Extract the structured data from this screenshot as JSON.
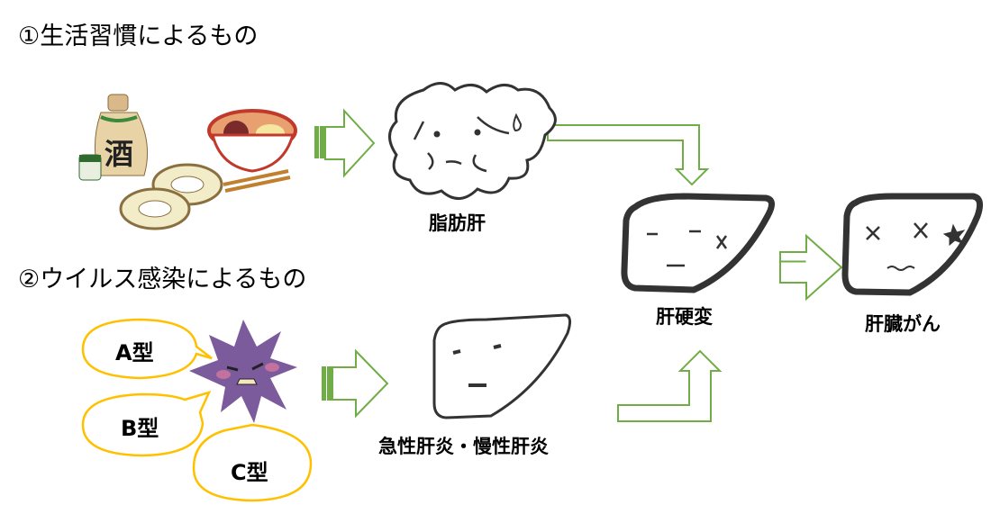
{
  "headings": {
    "lifestyle": "①生活習慣によるもの",
    "virus": "②ウイルス感染によるもの"
  },
  "stages": {
    "fatty_liver": "脂肪肝",
    "hepatitis": "急性肝炎・慢性肝炎",
    "cirrhosis": "肝硬変",
    "cancer": "肝臓がん"
  },
  "food": {
    "sake_label": "酒"
  },
  "virus_types": [
    "A型",
    "B型",
    "C型"
  ],
  "colors": {
    "arrow": "#70ad47",
    "bubble": "#ffc000",
    "virus": "#7b5b9c",
    "outline": "#333333"
  }
}
